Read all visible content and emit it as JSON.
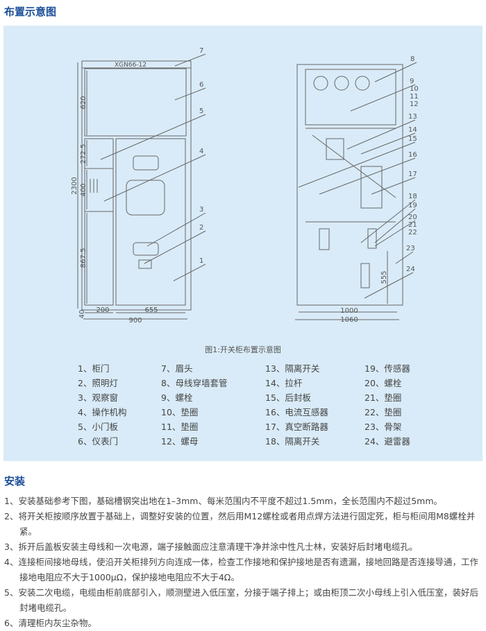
{
  "section_title": "布置示意图",
  "diagram": {
    "front": {
      "model": "XGN66-12",
      "dims_vertical": [
        "2300",
        "620",
        "272.5",
        "400",
        "867.5",
        "40"
      ],
      "dims_horizontal": [
        "200",
        "655",
        "900"
      ],
      "callouts": [
        "7",
        "6",
        "5",
        "4",
        "3",
        "2",
        "1"
      ]
    },
    "side": {
      "dims_horizontal": [
        "1000",
        "1060"
      ],
      "dim_vertical": "555",
      "callouts": [
        "8",
        "9",
        "10",
        "11",
        "12",
        "13",
        "14",
        "15",
        "16",
        "17",
        "18",
        "19",
        "20",
        "21",
        "22",
        "23",
        "24"
      ]
    }
  },
  "caption": "图1:开关柜布置示意图",
  "legend": [
    [
      "1、柜门",
      "2、照明灯",
      "3、观察窗",
      "4、操作机构",
      "5、小门板",
      "6、仪表门"
    ],
    [
      "7、眉头",
      "8、母线穿墙套管",
      "9、螺栓",
      "10、垫圈",
      "11、垫圈",
      "12、螺母"
    ],
    [
      "13、隔离开关",
      "14、拉杆",
      "15、后封板",
      "16、电流互感器",
      "17、真空断路器",
      "18、隔离开关"
    ],
    [
      "19、传感器",
      "20、螺栓",
      "21、垫圈",
      "22、垫圈",
      "23、骨架",
      "24、避雷器"
    ]
  ],
  "install": {
    "title": "安装",
    "items": [
      "1、安装基础参考下图，基础槽钢突出地在1–3mm、每米范围内不平度不超过1.5mm，全长范围内不超过5mm。",
      "2、将开关柜按顺序放置于基础上，调整好安装的位置，然后用M12螺栓或者用点焊方法进行固定死，柜与柜间用M8螺栓并紧。",
      "3、拆开后盖板安装主母线和一次电源，端子接触面应注意清理干净并涂中性凡士林，安装好后封堵电缆孔。",
      "4、连接柜间接地母线，使沿开关柜排列方向连成一体，检查工作接地和保护接地是否有遗漏，接地回路是否连接导通，工作接地电阻应不大于1000μΩ，保护接地电阻应不大于4Ω。",
      "5、安装二次电缆，电缆由柜前底部引入，顺测壁进入低压室，分接于端子排上；或由柜顶二次小母线上引入低压室，装好后封堵电缆孔。",
      "6、清理柜内灰尘杂物。"
    ]
  }
}
